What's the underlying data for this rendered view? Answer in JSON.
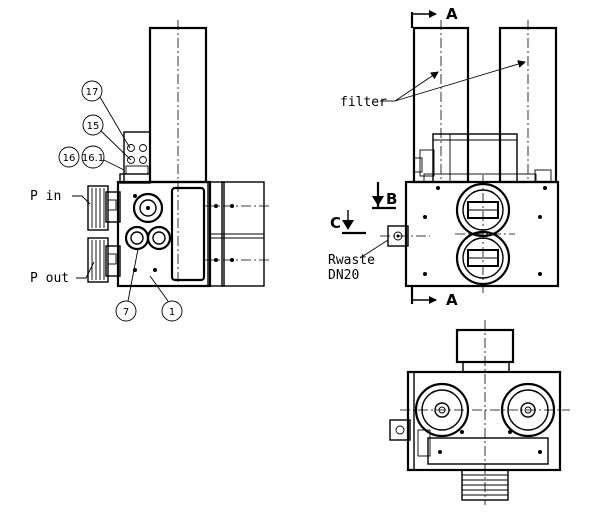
{
  "labels": {
    "p_in": "P in",
    "p_out": "P out",
    "filter": "filter",
    "rwaste_1": "Rwaste",
    "rwaste_2": "DN20",
    "section_a": "A",
    "section_b": "B",
    "section_c": "C"
  },
  "callouts": [
    "17",
    "15",
    "16",
    "16.1",
    "7",
    "1"
  ]
}
